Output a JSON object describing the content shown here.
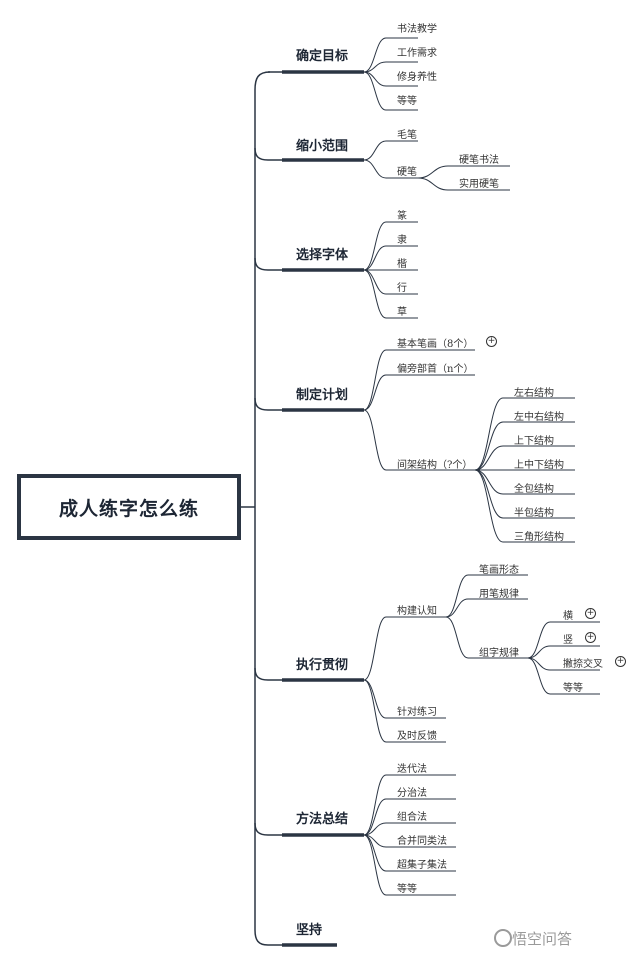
{
  "root": "成人练字怎么练",
  "branches": {
    "goal": {
      "label": "确定目标",
      "items": [
        "书法教学",
        "工作需求",
        "修身养性",
        "等等"
      ]
    },
    "scope": {
      "label": "缩小范围",
      "soft": "毛笔",
      "hard": "硬笔",
      "hard_items": [
        "硬笔书法",
        "实用硬笔"
      ]
    },
    "font": {
      "label": "选择字体",
      "items": [
        "篆",
        "隶",
        "楷",
        "行",
        "草"
      ]
    },
    "plan": {
      "label": "制定计划",
      "basic": "基本笔画（8个）",
      "radical": "偏旁部首（n个）",
      "frame": "间架结构（?个）",
      "frame_items": [
        "左右结构",
        "左中右结构",
        "上下结构",
        "上中下结构",
        "全包结构",
        "半包结构",
        "三角形结构"
      ]
    },
    "exec": {
      "label": "执行贯彻",
      "build": "构建认知",
      "build_items": [
        "笔画形态",
        "用笔规律"
      ],
      "compose": "组字规律",
      "compose_items": [
        "横",
        "竖",
        "撇捺交叉",
        "等等"
      ],
      "practice": "针对练习",
      "feedback": "及时反馈"
    },
    "method": {
      "label": "方法总结",
      "items": [
        "迭代法",
        "分治法",
        "组合法",
        "合并同类法",
        "超集子集法",
        "等等"
      ]
    },
    "persist": {
      "label": "坚持"
    }
  },
  "watermark": "悟空问答",
  "colors": {
    "line": "#2b3543",
    "text": "#222222"
  }
}
